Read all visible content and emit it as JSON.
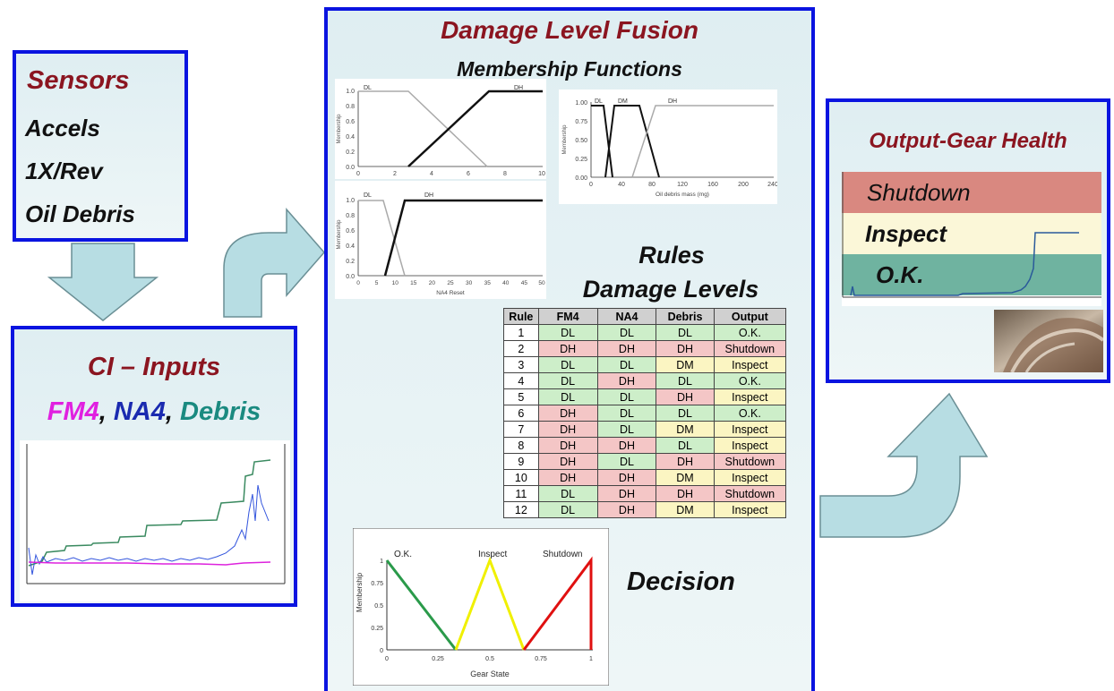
{
  "sensors": {
    "title": "Sensors",
    "items": [
      "Accels",
      "1X/Rev",
      "Oil Debris"
    ]
  },
  "ci_inputs": {
    "title": "CI – Inputs",
    "fm4": "FM4",
    "sep1": ",",
    "na4": "NA4",
    "sep2": ",",
    "debris": "Debris",
    "colors": {
      "fm4": "#e020e0",
      "na4": "#1a2ab0",
      "debris": "#1a8a80"
    }
  },
  "fusion": {
    "title": "Damage Level Fusion",
    "subtitle": "Membership Functions",
    "rules_title": "Rules",
    "levels_title": "Damage Levels",
    "decision_title": "Decision"
  },
  "mf_fm4": {
    "ylabel": "Membership",
    "xticks": [
      "0",
      "2",
      "4",
      "6",
      "8",
      "10"
    ],
    "yticks": [
      "0.0",
      "0.2",
      "0.4",
      "0.6",
      "0.8",
      "1.0"
    ],
    "labels": [
      "DL",
      "DH"
    ]
  },
  "mf_debris": {
    "ylabel": "Membership",
    "xlabel": "Oil debris mass (mg)",
    "xticks": [
      "0",
      "40",
      "80",
      "120",
      "160",
      "200",
      "240"
    ],
    "yticks": [
      "0.00",
      "0.25",
      "0.50",
      "0.75",
      "1.00"
    ],
    "labels": [
      "DL",
      "DM",
      "DH"
    ]
  },
  "mf_na4": {
    "ylabel": "Membership",
    "xlabel": "NA4 Reset",
    "xticks": [
      "0",
      "5",
      "10",
      "15",
      "20",
      "25",
      "30",
      "35",
      "40",
      "45",
      "50"
    ],
    "yticks": [
      "0.0",
      "0.2",
      "0.4",
      "0.6",
      "0.8",
      "1.0"
    ],
    "labels": [
      "DL",
      "DH"
    ]
  },
  "rules_table": {
    "headers": [
      "Rule",
      "FM4",
      "NA4",
      "Debris",
      "Output"
    ],
    "rows": [
      [
        "1",
        "DL",
        "DL",
        "DL",
        "O.K."
      ],
      [
        "2",
        "DH",
        "DH",
        "DH",
        "Shutdown"
      ],
      [
        "3",
        "DL",
        "DL",
        "DM",
        "Inspect"
      ],
      [
        "4",
        "DL",
        "DH",
        "DL",
        "O.K."
      ],
      [
        "5",
        "DL",
        "DL",
        "DH",
        "Inspect"
      ],
      [
        "6",
        "DH",
        "DL",
        "DL",
        "O.K."
      ],
      [
        "7",
        "DH",
        "DL",
        "DM",
        "Inspect"
      ],
      [
        "8",
        "DH",
        "DH",
        "DL",
        "Inspect"
      ],
      [
        "9",
        "DH",
        "DL",
        "DH",
        "Shutdown"
      ],
      [
        "10",
        "DH",
        "DH",
        "DM",
        "Inspect"
      ],
      [
        "11",
        "DL",
        "DH",
        "DH",
        "Shutdown"
      ],
      [
        "12",
        "DL",
        "DH",
        "DM",
        "Inspect"
      ]
    ]
  },
  "decision_chart": {
    "ylabel": "Membership",
    "xlabel": "Gear State",
    "xticks": [
      "0",
      "0.25",
      "0.5",
      "0.75",
      "1"
    ],
    "yticks": [
      "0",
      "0.25",
      "0.5",
      "0.75",
      "1"
    ],
    "labels": [
      "O.K.",
      "Inspect",
      "Shutdown"
    ],
    "colors": {
      "ok": "#2a9a4a",
      "inspect": "#f0f000",
      "shutdown": "#e01010"
    }
  },
  "output": {
    "title": "Output-Gear Health",
    "bands": [
      "Shutdown",
      "Inspect",
      "O.K."
    ],
    "band_colors": {
      "shutdown": "#d98880",
      "inspect": "#fbf7d8",
      "ok": "#6fb3a0"
    }
  }
}
